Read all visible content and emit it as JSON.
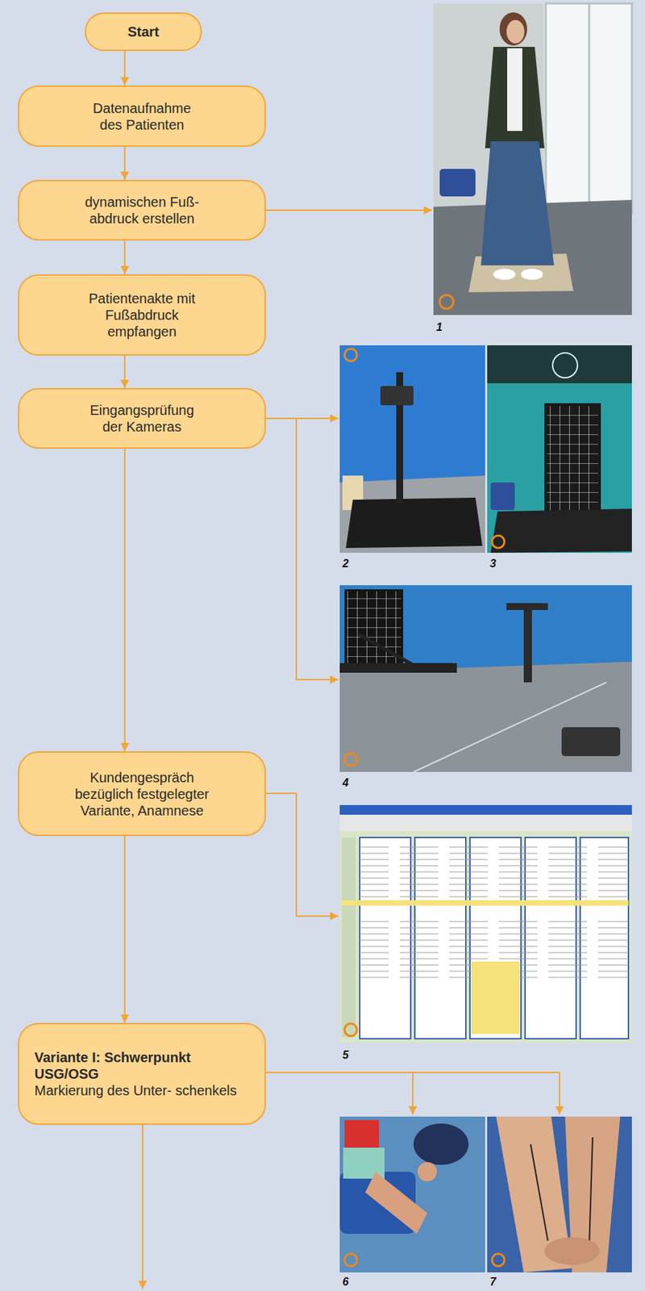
{
  "diagram": {
    "nodes": [
      {
        "text": [
          "Start"
        ]
      },
      {
        "text": [
          "Datenaufnahme des Patienten"
        ]
      },
      {
        "text": [
          "dynamischen Fuß- abdruck erstellen"
        ]
      },
      {
        "text": [
          "Patientenakte mit Fußabdruck empfangen"
        ]
      },
      {
        "text": [
          "Eingangsprüfung der Kameras"
        ]
      },
      {
        "text": [
          "Kundengespräch bezüglich festgelegter Variante, Anamnese"
        ]
      },
      {
        "text": [
          "Variante I: Schwerpunkt USG/OSG",
          "Markierung des Unter- schenkels"
        ]
      }
    ],
    "edges": [
      {
        "from": 0,
        "to": 1,
        "arrow": "to"
      },
      {
        "from": 1,
        "to": 2,
        "arrow": "to"
      },
      {
        "from": 2,
        "to": 3,
        "arrow": "to"
      },
      {
        "from": 3,
        "to": 4,
        "arrow": "to"
      },
      {
        "from": 4,
        "to": 5,
        "arrow": "to"
      },
      {
        "from": 5,
        "to": 6,
        "arrow": "to"
      }
    ],
    "labels": [
      "1",
      "2",
      "3",
      "4",
      "5",
      "6",
      "7"
    ]
  }
}
